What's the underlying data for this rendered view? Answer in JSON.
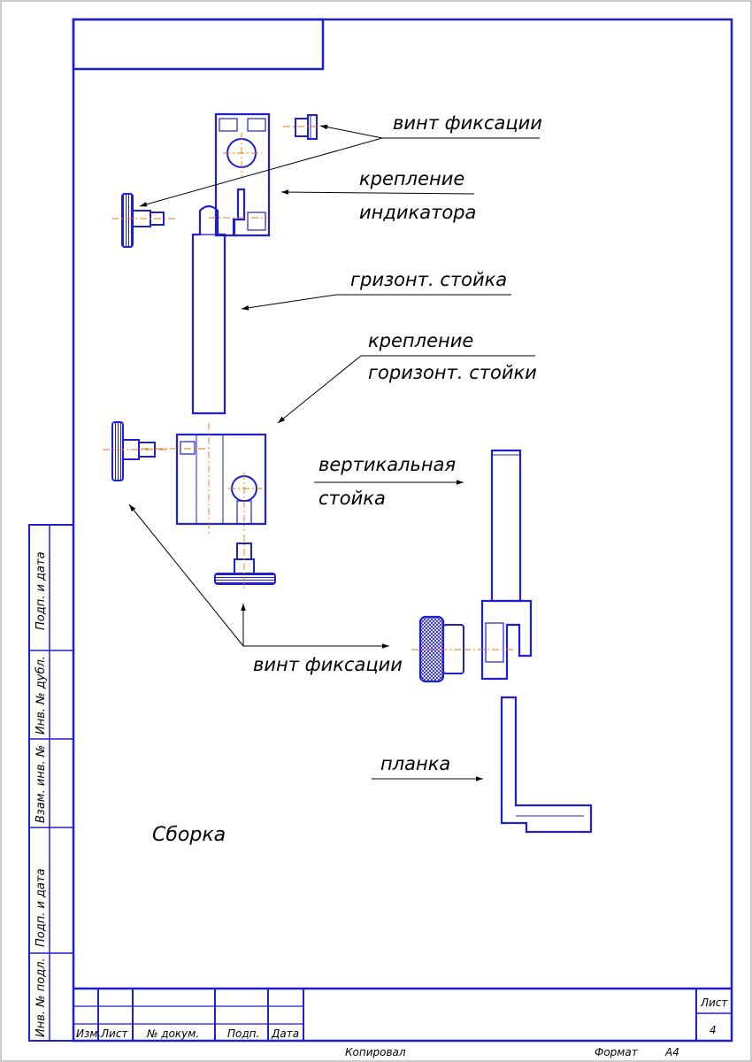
{
  "labels": {
    "vint_fiksacii_top": "винт фиксации",
    "kreplenie_1": "крепление",
    "indikatora": "индикатора",
    "grizont_stoyka": "гризонт. стойка",
    "kreplenie_2": "крепление",
    "gorizont_stoyki": "горизонт. стойки",
    "vertikalnaya": "вертикальная",
    "stoyka": "стойка",
    "vint_fiksacii_bottom": "винт фиксации",
    "planka": "планка",
    "sborka": "Сборка"
  },
  "title_block": {
    "izm": "Изм.",
    "list": "Лист",
    "n_dokum": "№ докум.",
    "podp": "Подп.",
    "data": "Дата",
    "list_right": "Лист",
    "list_number": "4",
    "kopiroval": "Копировал",
    "format_label": "Формат",
    "format_value": "А4"
  },
  "side_strip": {
    "podp_i_data_top": "Подп. и дата",
    "inv_dubl": "Инв. № дубл.",
    "vzam_inv": "Взам. инв. №",
    "podp_i_data_bottom": "Подп. и дата",
    "inv_podl": "Инв. № подл."
  },
  "colors": {
    "line_blue": "#1f1fcc",
    "axis_orange": "#e07a1a",
    "text": "#000000"
  }
}
